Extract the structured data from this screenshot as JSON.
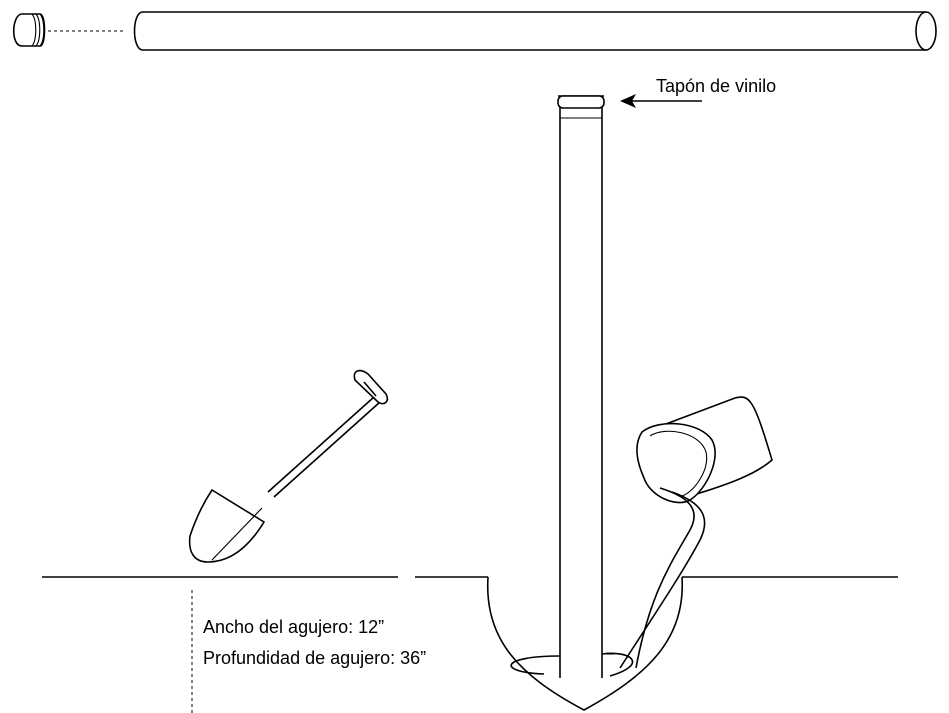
{
  "labels": {
    "cap": "Tapón de vinilo",
    "hole_width": "Ancho del agujero: 12”",
    "hole_depth": "Profundidad de agujero: 36”"
  }
}
